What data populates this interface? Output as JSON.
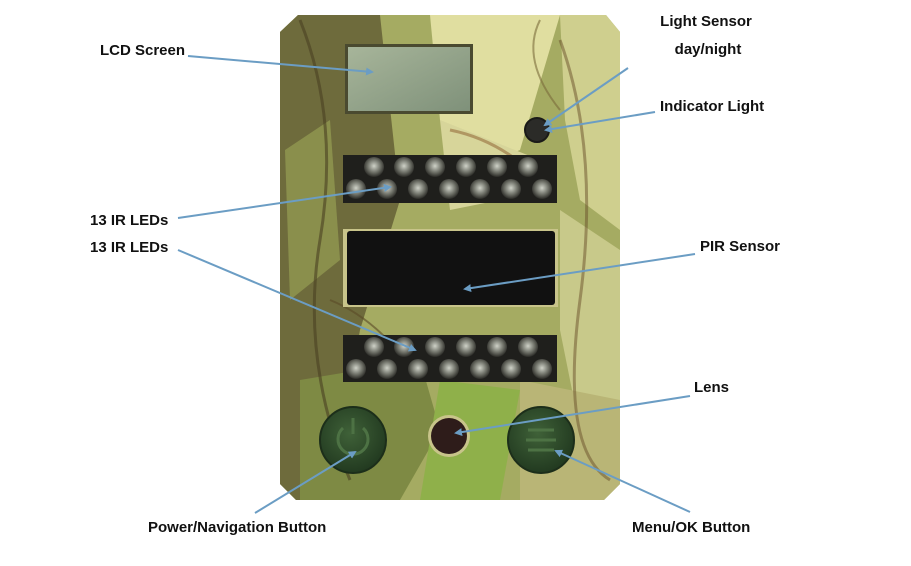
{
  "labels": {
    "lcd_screen": "LCD Screen",
    "light_sensor_line1": "Light Sensor",
    "light_sensor_line2": "day/night",
    "indicator_light": "Indicator Light",
    "ir_leds_upper": "13 IR LEDs",
    "ir_leds_lower": "13 IR LEDs",
    "pir_sensor": "PIR Sensor",
    "lens": "Lens",
    "power_button": "Power/Navigation Button",
    "menu_button": "Menu/OK Button"
  },
  "colors": {
    "arrow": "#6b9dc4",
    "camo_light": "#d9d89a",
    "camo_green": "#8a9a4a",
    "camo_dark": "#5c5a32",
    "button_green": "#2f4a2a"
  }
}
